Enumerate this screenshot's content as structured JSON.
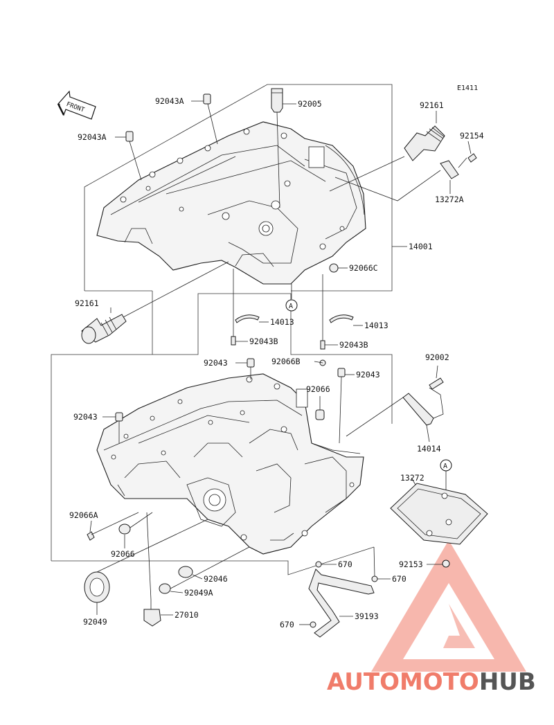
{
  "diagram": {
    "ref_code": "E1411",
    "front_label": "FRONT",
    "ref_marker": "A",
    "watermark": {
      "part1": "AUTOMOTO",
      "part2": "HUB",
      "color_primary": "#f07c6a",
      "color_secondary": "#555555"
    },
    "callouts": {
      "c92043A_top": "92043A",
      "c92005": "92005",
      "c92161_top": "92161",
      "c92154": "92154",
      "c92043A_left": "92043A",
      "c13272A": "13272A",
      "c14001": "14001",
      "c92066C": "92066C",
      "c92161_left": "92161",
      "c14013_left": "14013",
      "c92043B_left": "92043B",
      "c14013_right": "14013",
      "c92043B_right": "92043B",
      "c92002": "92002",
      "c92043_mid": "92043",
      "c92066B": "92066B",
      "c92043_right": "92043",
      "c92066_upper": "92066",
      "c92043_left": "92043",
      "c14014": "14014",
      "c13272": "13272",
      "c92066A": "92066A",
      "c92066_lower": "92066",
      "c92153": "92153",
      "c670_top": "670",
      "c670_right": "670",
      "c92046": "92046",
      "c92049A": "92049A",
      "c92049": "92049",
      "c27010": "27010",
      "c39193": "39193",
      "c670_left": "670"
    }
  }
}
